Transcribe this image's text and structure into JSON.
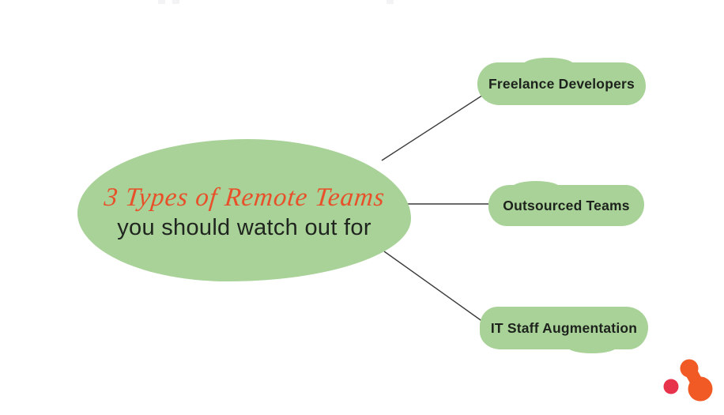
{
  "page": {
    "background": "#ffffff",
    "type": "mind-map infographic"
  },
  "center_node": {
    "title_script": "3 Types of Remote Teams",
    "subtitle": "you should watch out for",
    "fill_color": "#a8d298",
    "title_color": "#e8502a",
    "subtitle_color": "#20251f"
  },
  "branches": [
    {
      "label": "Freelance Developers"
    },
    {
      "label": "Outsourced Teams"
    },
    {
      "label": "IT Staff Augmentation"
    }
  ],
  "connections": [
    {
      "from": "center_node",
      "to": "Freelance Developers"
    },
    {
      "from": "center_node",
      "to": "Outsourced Teams"
    },
    {
      "from": "center_node",
      "to": "IT Staff Augmentation"
    }
  ],
  "connector_color": "#3a3a3a",
  "logo": {
    "name": "orange-dots-logo-mark",
    "orange_color": "#f15a24",
    "red_color": "#e7344c"
  }
}
